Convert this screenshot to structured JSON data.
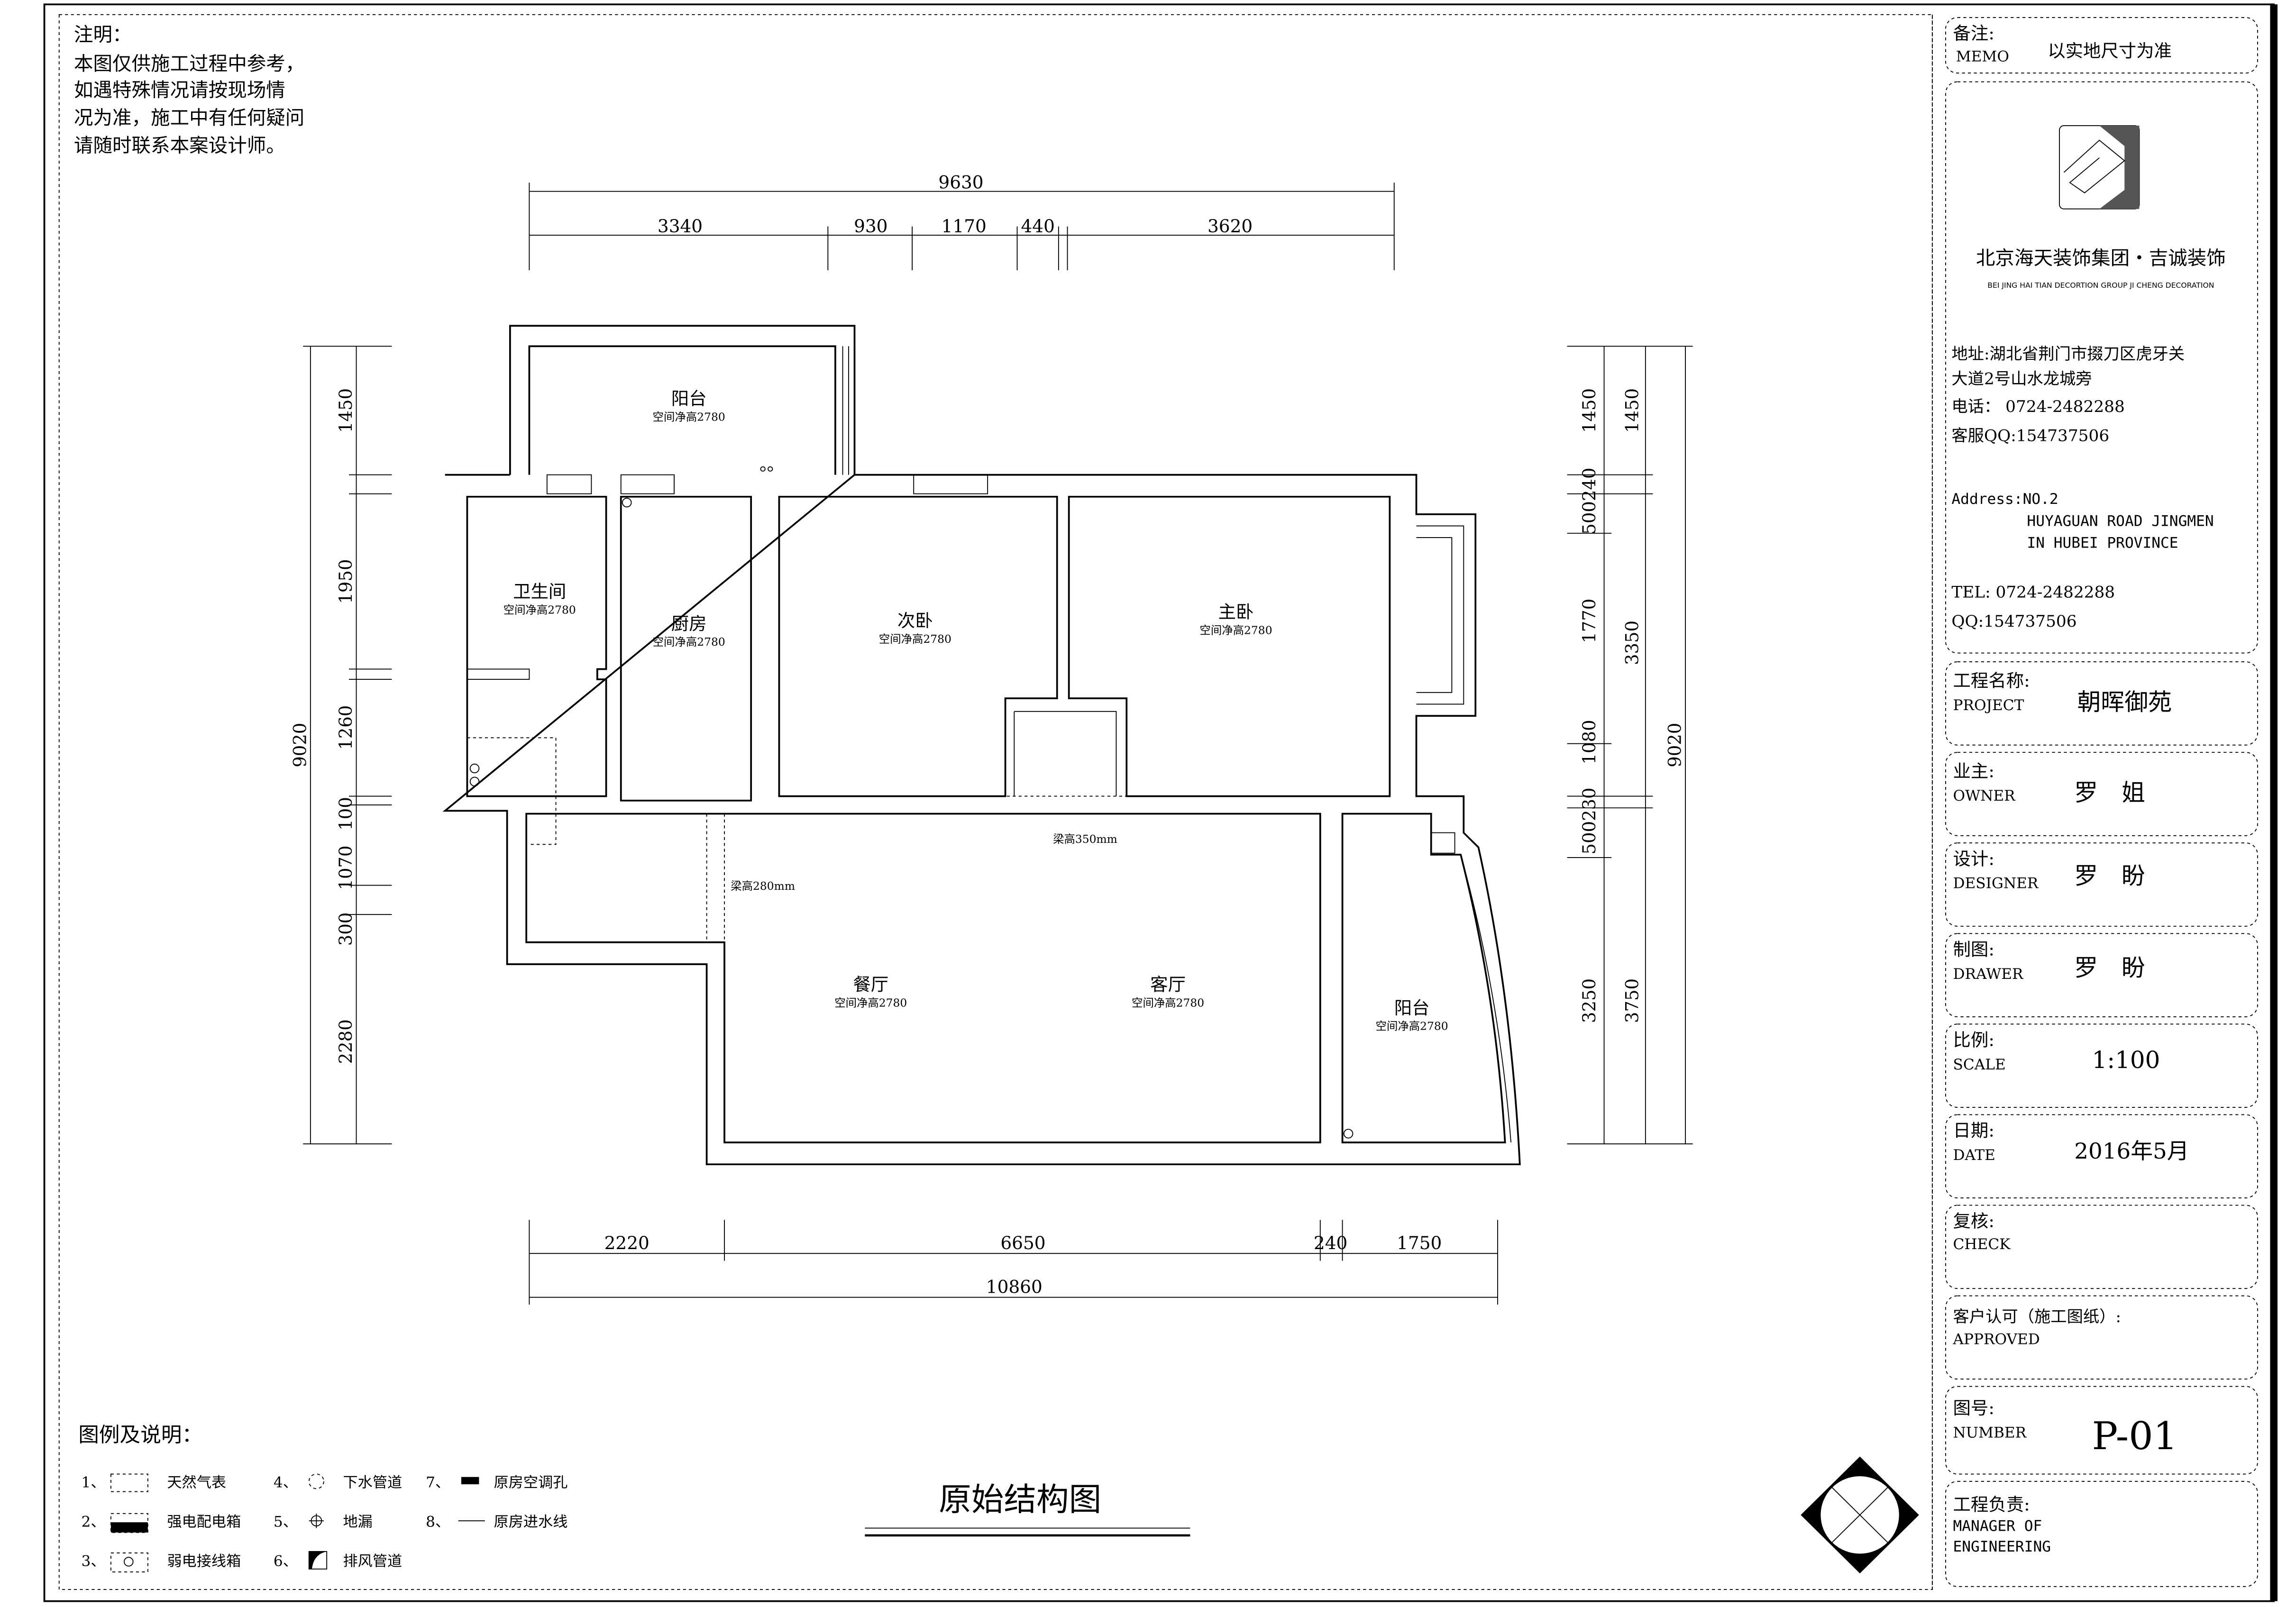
{
  "notes": {
    "title": "注明：",
    "lines": [
      "本图仅供施工过程中参考，",
      "如遇特殊情况请按现场情",
      "况为准，施工中有任何疑问",
      "请随时联系本案设计师。"
    ]
  },
  "dimensions": {
    "top_total": "9630",
    "top": [
      "3340",
      "930",
      "1170",
      "440",
      "3620"
    ],
    "left_total": "9020",
    "left": [
      "1450",
      "1950",
      "1260",
      "100",
      "1070",
      "300",
      "2280"
    ],
    "right_inner": [
      "1450",
      "500240",
      "1770",
      "1080",
      "500230",
      "3250"
    ],
    "right_middle": [
      "1450",
      "3350",
      "3750"
    ],
    "right_total": "9020",
    "bottom": [
      "2220",
      "6650",
      "240",
      "1750"
    ],
    "bottom_total": "10860"
  },
  "rooms": [
    {
      "name": "阳台",
      "height": "空间净高2780"
    },
    {
      "name": "卫生间",
      "height": "空间净高2780"
    },
    {
      "name": "厨房",
      "height": "空间净高2780"
    },
    {
      "name": "次卧",
      "height": "空间净高2780"
    },
    {
      "name": "主卧",
      "height": "空间净高2780"
    },
    {
      "name": "餐厅",
      "height": "空间净高2780"
    },
    {
      "name": "客厅",
      "height": "空间净高2780"
    },
    {
      "name": "阳台",
      "height": "空间净高2780"
    }
  ],
  "beams": [
    "梁高350mm",
    "梁高280mm"
  ],
  "legend": {
    "title": "图例及说明：",
    "items": [
      {
        "num": "1、",
        "label": "天然气表",
        "icon": "gas-meter-icon"
      },
      {
        "num": "2、",
        "label": "强电配电箱",
        "icon": "power-box-icon"
      },
      {
        "num": "3、",
        "label": "弱电接线箱",
        "icon": "weak-current-box-icon"
      },
      {
        "num": "4、",
        "label": "下水管道",
        "icon": "drain-pipe-icon"
      },
      {
        "num": "5、",
        "label": "地漏",
        "icon": "floor-drain-icon"
      },
      {
        "num": "6、",
        "label": "排风管道",
        "icon": "exhaust-duct-icon"
      },
      {
        "num": "7、",
        "label": "原房空调孔",
        "icon": "ac-hole-icon"
      },
      {
        "num": "8、",
        "label": "原房进水线",
        "icon": "water-line-icon"
      }
    ]
  },
  "drawing_title": "原始结构图",
  "title_block": {
    "memo_label": "备注:",
    "memo_en": "MEMO",
    "memo_value": "以实地尺寸为准",
    "company_cn": "北京海天装饰集团・吉诚装饰",
    "company_en": "BEI JING HAI TIAN DECORTION GROUP   JI CHENG DECORATION",
    "address_cn_1": "地址:湖北省荆门市掇刀区虎牙关",
    "address_cn_2": "大道2号山水龙城旁",
    "phone_cn": "电话： 0724-2482288",
    "qq_cn": "客服QQ:154737506",
    "address_en_1": "Address:NO.2",
    "address_en_2": "HUYAGUAN ROAD JINGMEN",
    "address_en_3": "IN HUBEI PROVINCE",
    "tel_en": "TEL: 0724-2482288",
    "qq_en": "QQ:154737506",
    "rows": [
      {
        "label": "工程名称:",
        "en": "PROJECT",
        "value": "朝晖御苑"
      },
      {
        "label": "业主:",
        "en": "OWNER",
        "value": "罗　姐"
      },
      {
        "label": "设计:",
        "en": "DESIGNER",
        "value": "罗　盼"
      },
      {
        "label": "制图:",
        "en": "DRAWER",
        "value": "罗　盼"
      },
      {
        "label": "比例:",
        "en": "SCALE",
        "value": "1:100"
      },
      {
        "label": "日期:",
        "en": "DATE",
        "value": "2016年5月"
      },
      {
        "label": "复核:",
        "en": "CHECK",
        "value": ""
      },
      {
        "label": "客户认可（施工图纸）:",
        "en": "APPROVED",
        "value": ""
      },
      {
        "label": "图号:",
        "en": "NUMBER",
        "value": "P-01"
      }
    ],
    "manager_label": "工程负责:",
    "manager_en_1": "MANAGER OF",
    "manager_en_2": "ENGINEERING"
  }
}
